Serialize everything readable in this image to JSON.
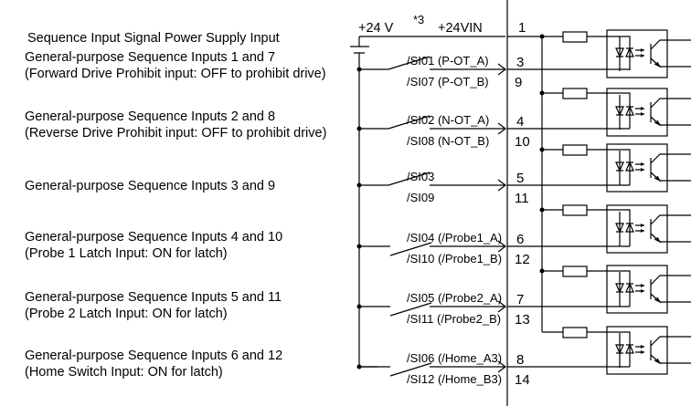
{
  "power": {
    "label": "Sequence Input Signal Power Supply Input",
    "voltage": "+24 V",
    "note": "*3",
    "pin_name": "+24VIN",
    "pin": "1"
  },
  "inputs": [
    {
      "title": "General-purpose Sequence Inputs 1 and 7",
      "desc": "(Forward Drive Prohibit input: OFF to prohibit drive)",
      "sig_a": "/SI01 (P-OT_A)",
      "sig_b": "/SI07 (P-OT_B)",
      "pin_a": "3",
      "pin_b": "9"
    },
    {
      "title": "General-purpose Sequence Inputs 2 and 8",
      "desc": "(Reverse Drive Prohibit input: OFF to prohibit drive)",
      "sig_a": "/SI02 (N-OT_A)",
      "sig_b": "/SI08 (N-OT_B)",
      "pin_a": "4",
      "pin_b": "10"
    },
    {
      "title": "General-purpose Sequence Inputs 3 and 9",
      "desc": "",
      "sig_a": "/SI03",
      "sig_b": "/SI09",
      "pin_a": "5",
      "pin_b": "11"
    },
    {
      "title": "General-purpose Sequence Inputs 4 and 10",
      "desc": "(Probe 1 Latch Input: ON for latch)",
      "sig_a": "/SI04 (/Probe1_A)",
      "sig_b": "/SI10 (/Probe1_B)",
      "pin_a": "6",
      "pin_b": "12"
    },
    {
      "title": "General-purpose Sequence Inputs 5 and 11",
      "desc": "(Probe 2 Latch Input: ON for latch)",
      "sig_a": "/SI05 (/Probe2_A)",
      "sig_b": "/SI11 (/Probe2_B)",
      "pin_a": "7",
      "pin_b": "13"
    },
    {
      "title": "General-purpose Sequence Inputs 6 and 12",
      "desc": "(Home Switch Input: ON for latch)",
      "sig_a": "/SI06 (/Home_A3)",
      "sig_b": "/SI12 (/Home_B3)",
      "pin_a": "8",
      "pin_b": "14"
    }
  ]
}
